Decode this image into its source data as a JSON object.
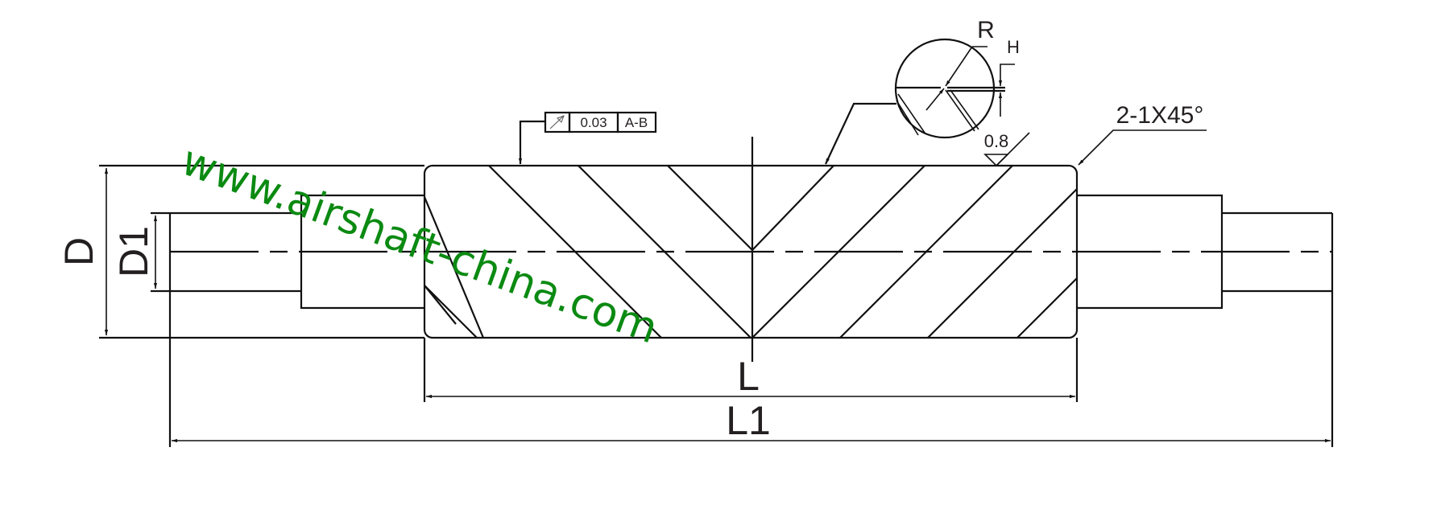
{
  "drawing": {
    "title": "Air shaft roller technical drawing",
    "dimensions": {
      "outer_diameter": "D",
      "journal_diameter": "D1",
      "body_length": "L",
      "overall_length": "L1"
    },
    "tolerance_frame": {
      "symbol": "circular-runout",
      "value": "0.03",
      "datum": "A-B"
    },
    "detail": {
      "radius_label": "R",
      "height_label": "H"
    },
    "surface_roughness": "0.8",
    "chamfer_note": "2-1X45°",
    "watermark": "www.airshaft-china.com",
    "colors": {
      "line": "#111111",
      "text": "#231f20",
      "watermark": "#0b8a12"
    }
  }
}
